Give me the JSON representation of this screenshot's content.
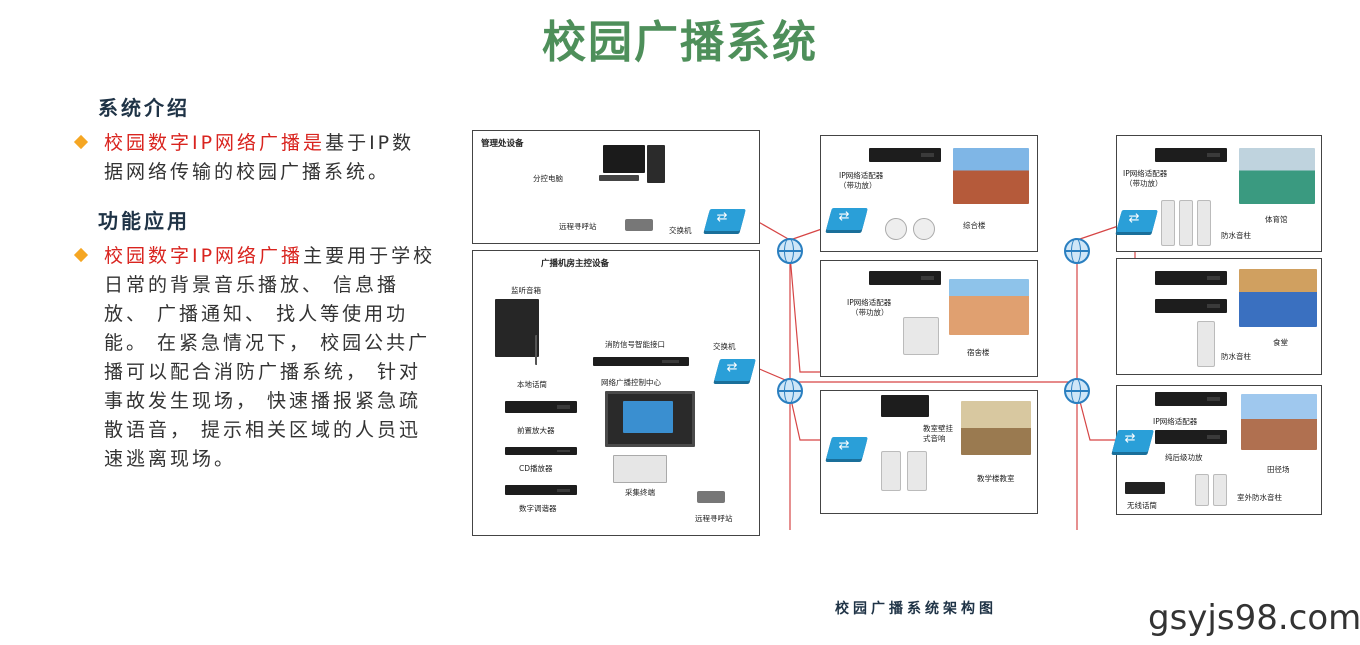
{
  "title": "校园广播系统",
  "intro": {
    "heading": "系统介绍",
    "red": "校园数字IP网络广播是",
    "text": "基于IP数据网络传输的校园广播系统。"
  },
  "function": {
    "heading": "功能应用",
    "red": "校园数字IP网络广播",
    "text": "主要用于学校日常的背景音乐播放、 信息播放、 广播通知、 找人等使用功能。 在紧急情况下， 校园公共广播可以配合消防广播系统， 针对事故发生现场， 快速播报紧急疏散语音， 提示相关区域的人员迅速逃离现场。"
  },
  "diagram": {
    "mgmt_title": "管理处设备",
    "mgmt_pc": "分控电脑",
    "mgmt_call": "远程寻呼站",
    "mgmt_switch": "交换机",
    "room_title": "广播机房主控设备",
    "monitor_speaker": "监听音箱",
    "local_mic": "本地话筒",
    "fire_iface": "消防信号智能接口",
    "net_center": "网络广播控制中心",
    "amp": "前置放大器",
    "cd": "CD播放器",
    "tuner": "数字调谐器",
    "capture": "采集终端",
    "remote_call": "远程寻呼站",
    "room_switch": "交换机",
    "adapter1": "IP网络适配器",
    "adapter1b": "（带功放）",
    "bldg1": "综合楼",
    "adapter2": "IP网络适配器",
    "adapter2b": "（带功放）",
    "bldg2": "宿舍楼",
    "wall_speaker": "教室壁挂",
    "wall_speaker_b": "式音响",
    "bldg3": "教学楼教室",
    "adapter3": "IP网络适配器",
    "adapter3b": "（带功放）",
    "gym": "体育馆",
    "column1": "防水音柱",
    "canteen": "食堂",
    "column2": "防水音柱",
    "adapter4": "IP网络适配器",
    "amp4": "纯后级功放",
    "field": "田径场",
    "mic_wireless": "无线话筒",
    "column3": "室外防水音柱"
  },
  "caption": "校园广播系统架构图",
  "watermark": "gsyjs98.com",
  "colors": {
    "title": "#4e8f5a",
    "accent_red": "#d9241f",
    "bullet": "#f5a623",
    "link_line": "#d64545",
    "switch": "#2a9fd8"
  }
}
